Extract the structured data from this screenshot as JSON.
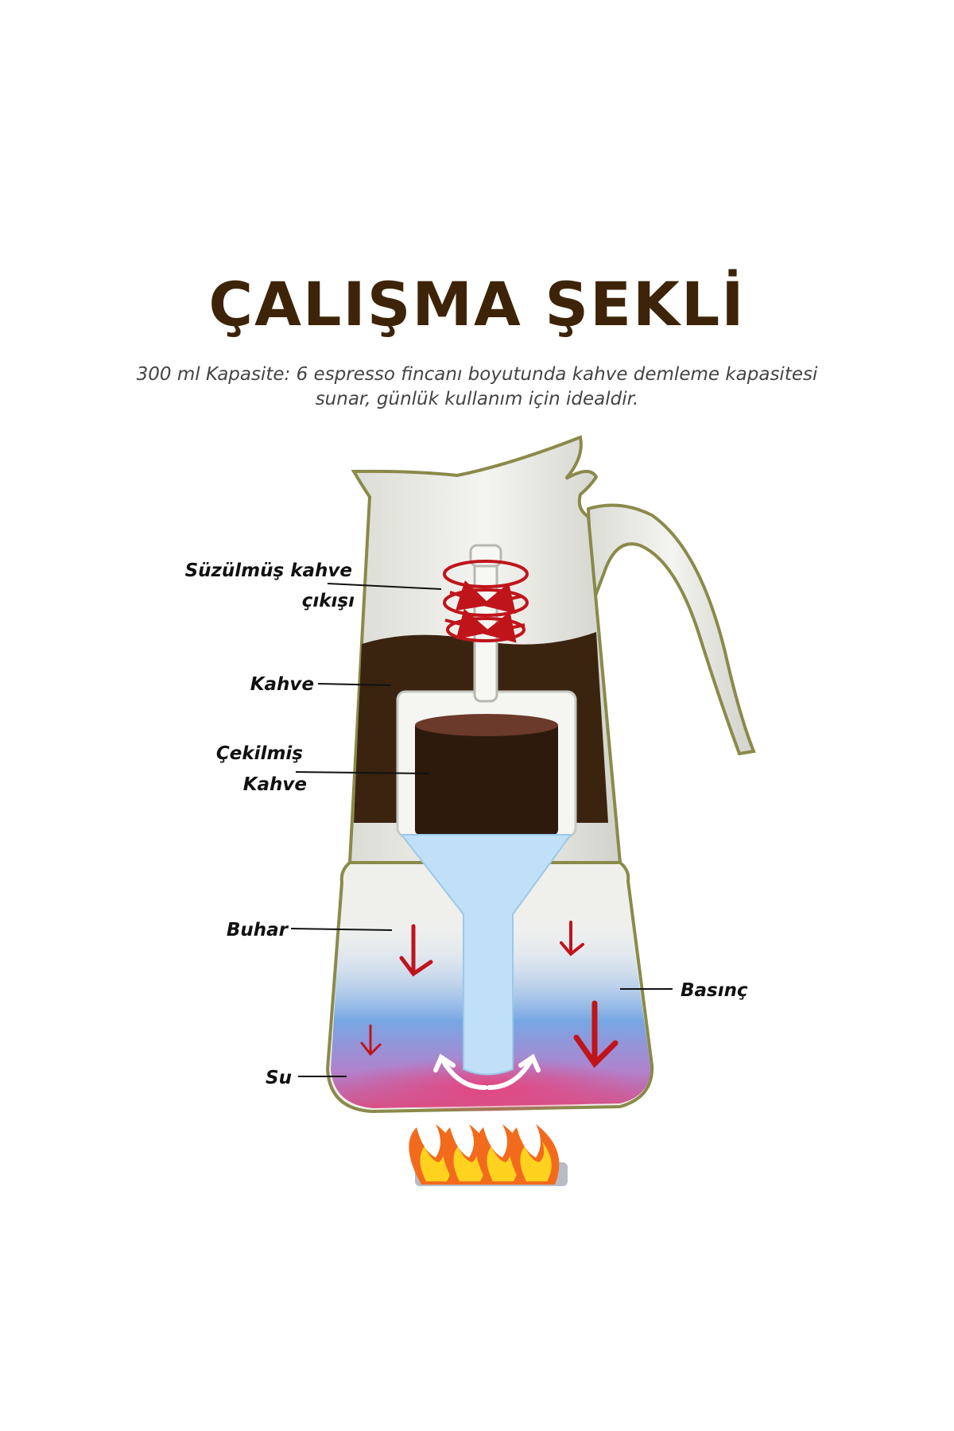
{
  "header": {
    "title": "ÇALIŞMA ŞEKLİ",
    "subtitle": "300 ml Kapasite: 6 espresso fincanı boyutunda kahve demleme kapasitesi sunar, günlük kullanım için idealdir."
  },
  "labels": {
    "filtered_coffee_line1": "Süzülmüş kahve",
    "filtered_coffee_line2": "çıkışı",
    "coffee": "Kahve",
    "ground_coffee_line1": "Çekilmiş",
    "ground_coffee_line2": "Kahve",
    "steam": "Buhar",
    "pressure": "Basınç",
    "water": "Su"
  },
  "colors": {
    "title": "#3d2408",
    "coffee": "#3a2410",
    "ground_coffee": "#2e1a0c",
    "water_column": "#bfe0f7",
    "steam_blue": "#4f8fe0",
    "water_pink": "#d63d78",
    "arrow_red": "#c0141b",
    "flame_orange": "#f26b1d",
    "flame_yellow": "#ffd21f"
  }
}
